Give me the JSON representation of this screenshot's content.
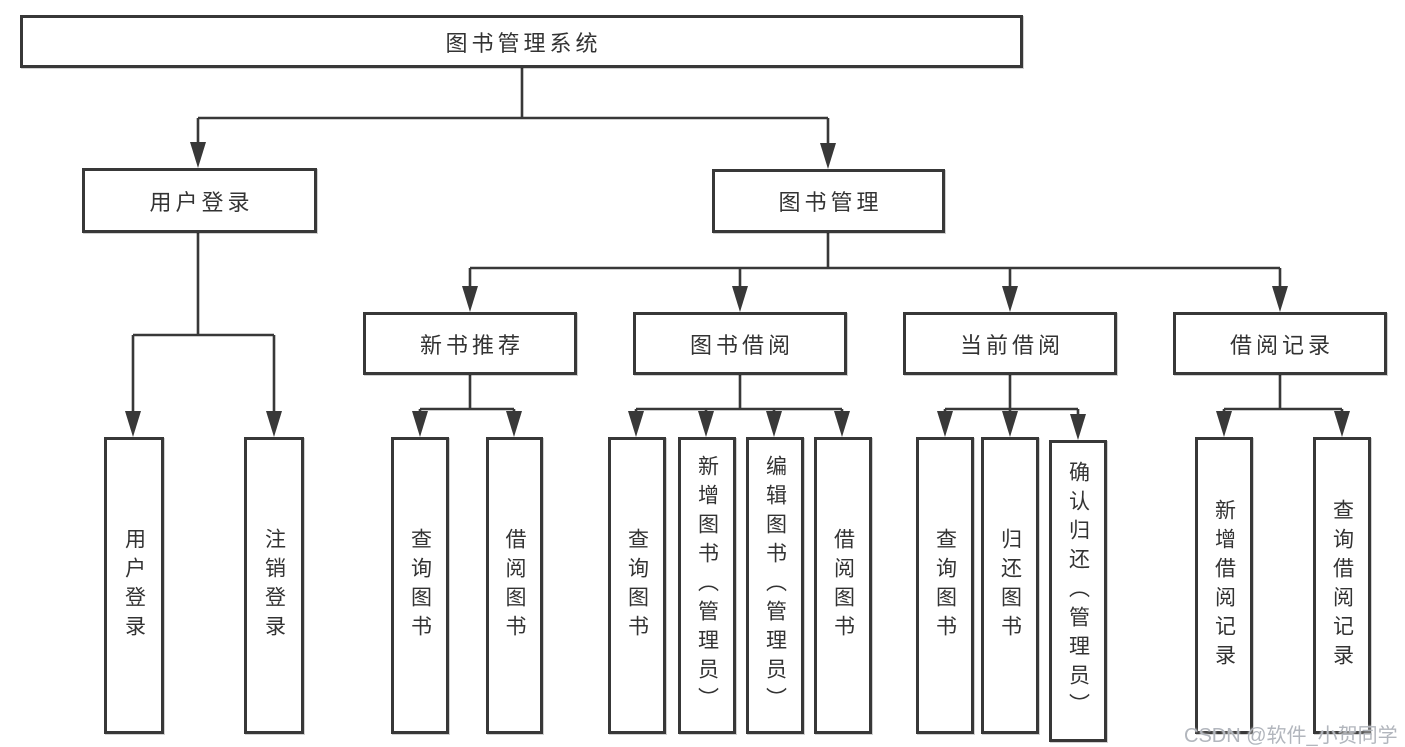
{
  "diagram": {
    "root": {
      "label": "图书管理系统"
    },
    "branches": [
      {
        "label": "用户登录",
        "children": [
          {
            "label": "用户登录"
          },
          {
            "label": "注销登录"
          }
        ]
      },
      {
        "label": "图书管理",
        "children": [
          {
            "label": "新书推荐",
            "children": [
              {
                "label": "查询图书"
              },
              {
                "label": "借阅图书"
              }
            ]
          },
          {
            "label": "图书借阅",
            "children": [
              {
                "label": "查询图书"
              },
              {
                "label": "新增图书（管理员）"
              },
              {
                "label": "编辑图书（管理员）"
              },
              {
                "label": "借阅图书"
              }
            ]
          },
          {
            "label": "当前借阅",
            "children": [
              {
                "label": "查询图书"
              },
              {
                "label": "归还图书"
              },
              {
                "label": "确认归还（管理员）"
              }
            ]
          },
          {
            "label": "借阅记录",
            "children": [
              {
                "label": "新增借阅记录"
              },
              {
                "label": "查询借阅记录"
              }
            ]
          }
        ]
      }
    ]
  },
  "watermark": {
    "text": "CSDN @软件_小贺同学"
  },
  "colors": {
    "line": "#383838",
    "box_border": "#383838",
    "box_fill": "#ffffff",
    "text": "#333333",
    "watermark": "#b2b6bd",
    "background": "#ffffff"
  }
}
